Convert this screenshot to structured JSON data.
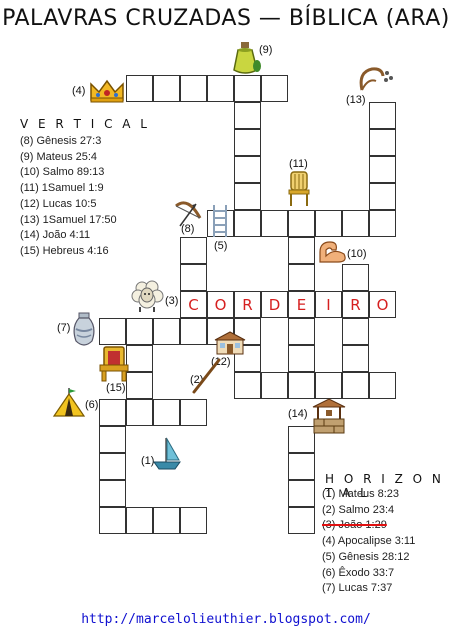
{
  "title": "PALAVRAS CRUZADAS — BÍBLICA (ARA)",
  "vertical": {
    "heading": "V E R T I C A L",
    "clues": [
      "(8) Gênesis 27:3",
      "(9) Mateus 25:4",
      "(10) Salmo 89:13",
      "(11) 1Samuel 1:9",
      "(12) Lucas 10:5",
      "(13) 1Samuel 17:50",
      "(14) João 4:11",
      "(15) Hebreus 4:16"
    ]
  },
  "horizontal": {
    "heading": "H O R I Z O N T A L",
    "clues": [
      {
        "text": "(1) Mateus 8:23",
        "struck": false
      },
      {
        "text": "(2) Salmo 23:4",
        "struck": false
      },
      {
        "text": "(3) João 1:29",
        "struck": true
      },
      {
        "text": "(4) Apocalipse 3:11",
        "struck": false
      },
      {
        "text": "(5) Gênesis 28:12",
        "struck": false
      },
      {
        "text": "(6) Êxodo 33:7",
        "struck": false
      },
      {
        "text": "(7) Lucas 7:37",
        "struck": false
      }
    ]
  },
  "numbers": {
    "n1": "(1)",
    "n2": "(2)",
    "n3": "(3)",
    "n4": "(4)",
    "n5": "(5)",
    "n6": "(6)",
    "n7": "(7)",
    "n8": "(8)",
    "n9": "(9)",
    "n10": "(10)",
    "n11": "(11)",
    "n12": "(12)",
    "n13": "(13)",
    "n14": "(14)",
    "n15": "(15)"
  },
  "answer_3": [
    "C",
    "O",
    "R",
    "D",
    "E",
    "I",
    "R",
    "O"
  ],
  "icons": [
    "crown-icon",
    "oil-jar-icon",
    "sling-icon",
    "chair-icon",
    "bow-and-arrow-icon",
    "ladder-icon",
    "strong-arm-icon",
    "sheep-icon",
    "vase-icon",
    "house-icon",
    "throne-icon",
    "staff-icon",
    "tent-icon",
    "well-icon",
    "boat-icon"
  ],
  "colors": {
    "filled_letter": "#d62020",
    "link": "#1010d0",
    "strike": "#e01010"
  },
  "footer_url": "http://marcelolieuthier.blogspot.com/"
}
